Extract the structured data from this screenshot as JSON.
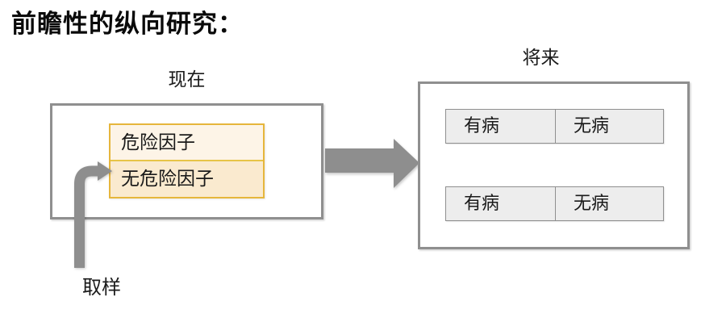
{
  "title": "前瞻性的纵向研究：",
  "labels": {
    "now": "现在",
    "future": "将来",
    "sampling": "取样"
  },
  "present_box": {
    "rows": [
      "危险因子",
      "无危险因子"
    ]
  },
  "future_box": {
    "tables": [
      {
        "cells": [
          "有病",
          "无病"
        ]
      },
      {
        "cells": [
          "有病",
          "无病"
        ]
      }
    ]
  },
  "colors": {
    "arrow_gray": "#8e8e8e",
    "box_border_gray": "#8f8f8f",
    "risk_border_gold": "#e6b63c",
    "risk_row1_fill": "#fdf4e7",
    "risk_row2_fill": "#faeacf",
    "outcome_cell_fill": "#ededed",
    "text_color": "#1a1a1a"
  }
}
